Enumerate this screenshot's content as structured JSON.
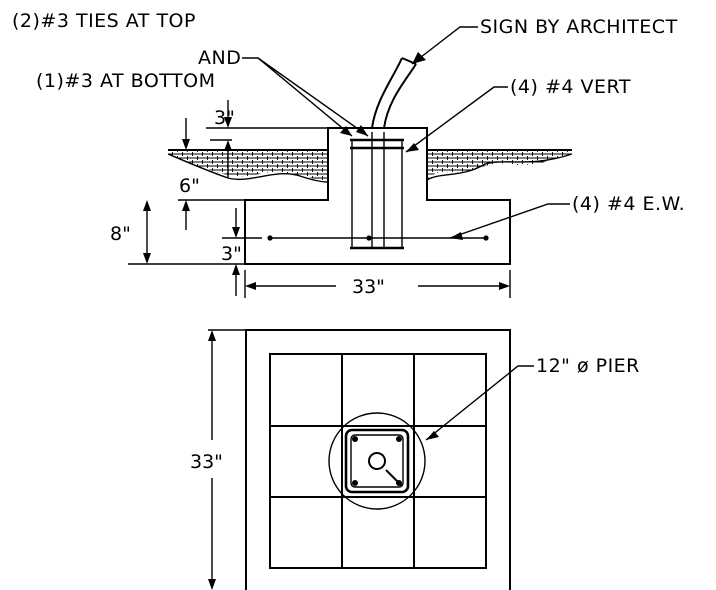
{
  "labels": {
    "ties_line1": "(2)#3 TIES AT TOP",
    "ties_line2": "AND",
    "ties_line3": "(1)#3 AT BOTTOM",
    "sign": "SIGN BY ARCHITECT",
    "vert": "(4)  #4  VERT",
    "ew": "(4)  #4  E.W.",
    "pier": "12\"  ø  PIER"
  },
  "dimensions": {
    "top_cover": "3\"",
    "grade_depth": "6\"",
    "footing_thickness": "8\"",
    "bottom_cover": "3\"",
    "footing_width": "33\"",
    "plan_width": "33\""
  }
}
